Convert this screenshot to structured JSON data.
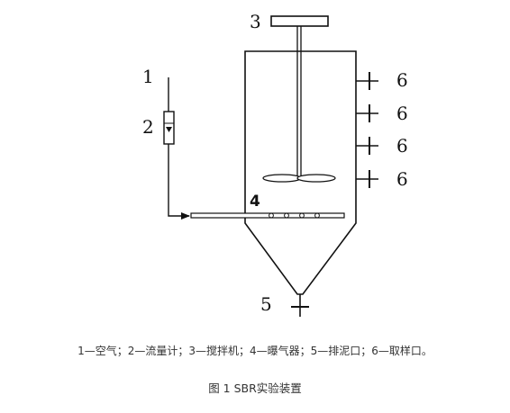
{
  "diagram": {
    "labels": {
      "air": "1",
      "flowmeter": "2",
      "stirrer": "3",
      "aerator": "4",
      "drain": "5",
      "sampling_port_1": "6",
      "sampling_port_2": "6",
      "sampling_port_3": "6",
      "sampling_port_4": "6"
    }
  },
  "legend_text": "1—空气；2—流量计；3—搅拌机；4—曝气器；5—排泥口；6—取样口。",
  "caption": "图 1 SBR实验装置"
}
